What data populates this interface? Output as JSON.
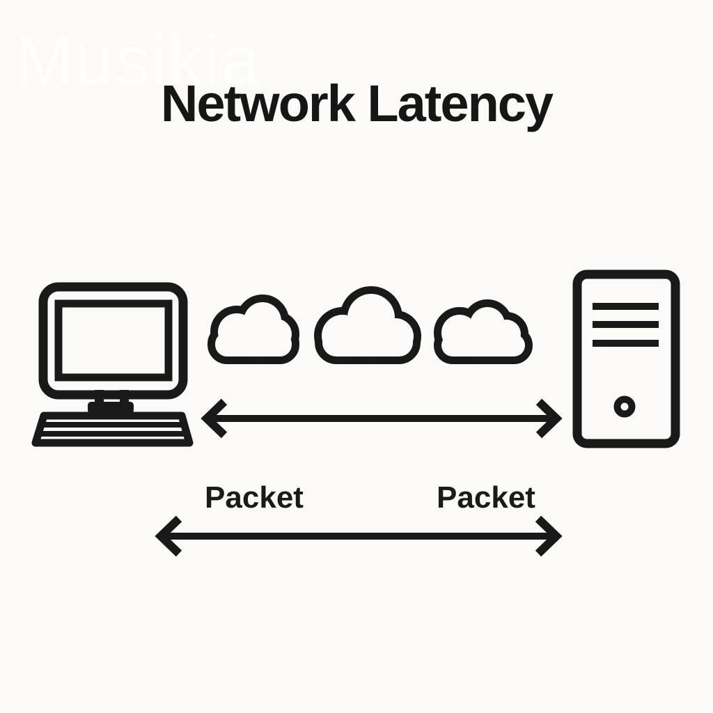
{
  "colors": {
    "background": "#fbfaf7",
    "ink": "#191919",
    "watermark": "#fffefc"
  },
  "watermark": {
    "text": "Musikia"
  },
  "header": {
    "title": "Network Latency"
  },
  "diagram": {
    "left_device": "desktop-computer",
    "network": {
      "cloud_count": 3
    },
    "right_device": "server-tower",
    "round_trip_arrow": "double-headed-horizontal",
    "packet_arrow": "double-headed-horizontal",
    "labels": {
      "packet_left": "Packet",
      "packet_right": "Packet"
    }
  }
}
